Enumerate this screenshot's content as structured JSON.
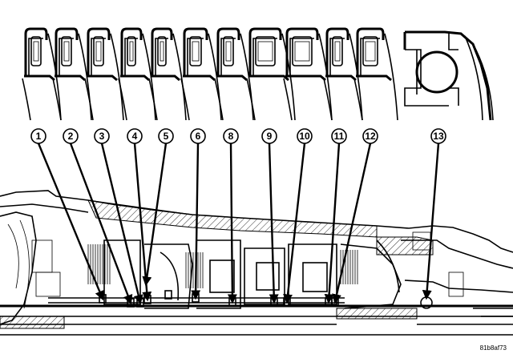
{
  "figure": {
    "reference_code": "81b8af73"
  },
  "callouts": [
    {
      "number": "1"
    },
    {
      "number": "2"
    },
    {
      "number": "3"
    },
    {
      "number": "4"
    },
    {
      "number": "5"
    },
    {
      "number": "6"
    },
    {
      "number": "8"
    },
    {
      "number": "9"
    },
    {
      "number": "10"
    },
    {
      "number": "11"
    },
    {
      "number": "12"
    },
    {
      "number": "13"
    }
  ]
}
